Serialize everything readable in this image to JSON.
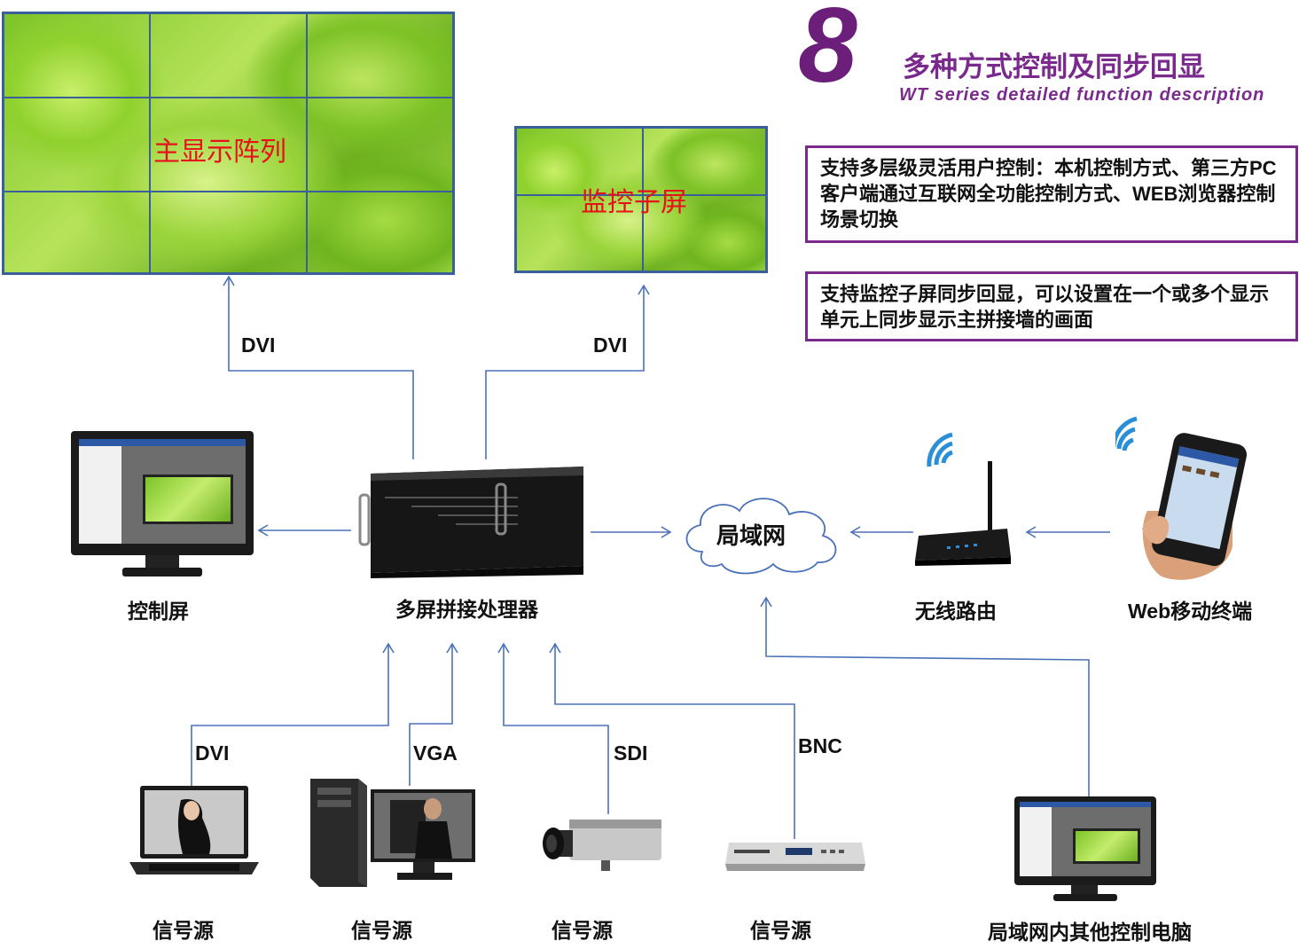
{
  "header": {
    "number": "8",
    "title": "多种方式控制及同步回显",
    "subtitle": "WT series detailed function description"
  },
  "screens": {
    "main_wall": "主显示阵列",
    "monitor_sub": "监控子屏"
  },
  "info_boxes": [
    {
      "text": "支持多层级灵活用户控制：本机控制方式、第三方PC客户端通过互联网全功能控制方式、WEB浏览器控制场景切换"
    },
    {
      "text": "支持监控子屏同步回显，可以设置在一个或多个显示单元上同步显示主拼接墙的画面"
    }
  ],
  "connections": {
    "dvi_main": "DVI",
    "dvi_sub": "DVI",
    "input_dvi": "DVI",
    "input_vga": "VGA",
    "input_sdi": "SDI",
    "input_bnc": "BNC"
  },
  "devices": {
    "control_screen": "控制屏",
    "processor": "多屏拼接处理器",
    "lan": "局域网",
    "wireless_router": "无线路由",
    "web_mobile": "Web移动终端",
    "source_laptop": "信号源",
    "source_pc": "信号源",
    "source_camera": "信号源",
    "source_dvd": "信号源",
    "lan_other_pc": "局域网内其他控制电脑"
  },
  "colors": {
    "line": "#4a72b8",
    "box_border": "#7a2a8c",
    "screen_title": "#e8101a",
    "header_number": "#6b1f7a"
  }
}
